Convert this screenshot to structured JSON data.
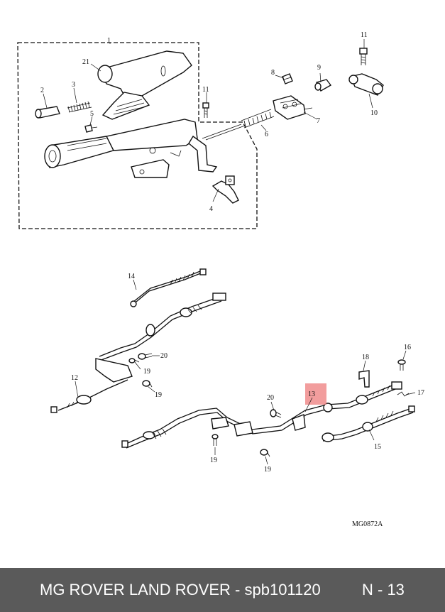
{
  "diagram": {
    "code": "MG0872A",
    "highlight_color": "#f08c8c",
    "callouts": {
      "c1": "1",
      "c2": "2",
      "c3": "3",
      "c4": "4",
      "c5": "5",
      "c6": "6",
      "c7": "7",
      "c8": "8",
      "c9": "9",
      "c10": "10",
      "c11a": "11",
      "c11b": "11",
      "c12": "12",
      "c13": "13",
      "c14": "14",
      "c15": "15",
      "c16": "16",
      "c17": "17",
      "c18": "18",
      "c19a": "19",
      "c19b": "19",
      "c19c": "19",
      "c19d": "19",
      "c20a": "20",
      "c20b": "20",
      "c21": "21"
    }
  },
  "footer": {
    "title": "MG ROVER LAND ROVER - spb101120",
    "ref": "N - 13",
    "background": "#5a5a5a"
  }
}
